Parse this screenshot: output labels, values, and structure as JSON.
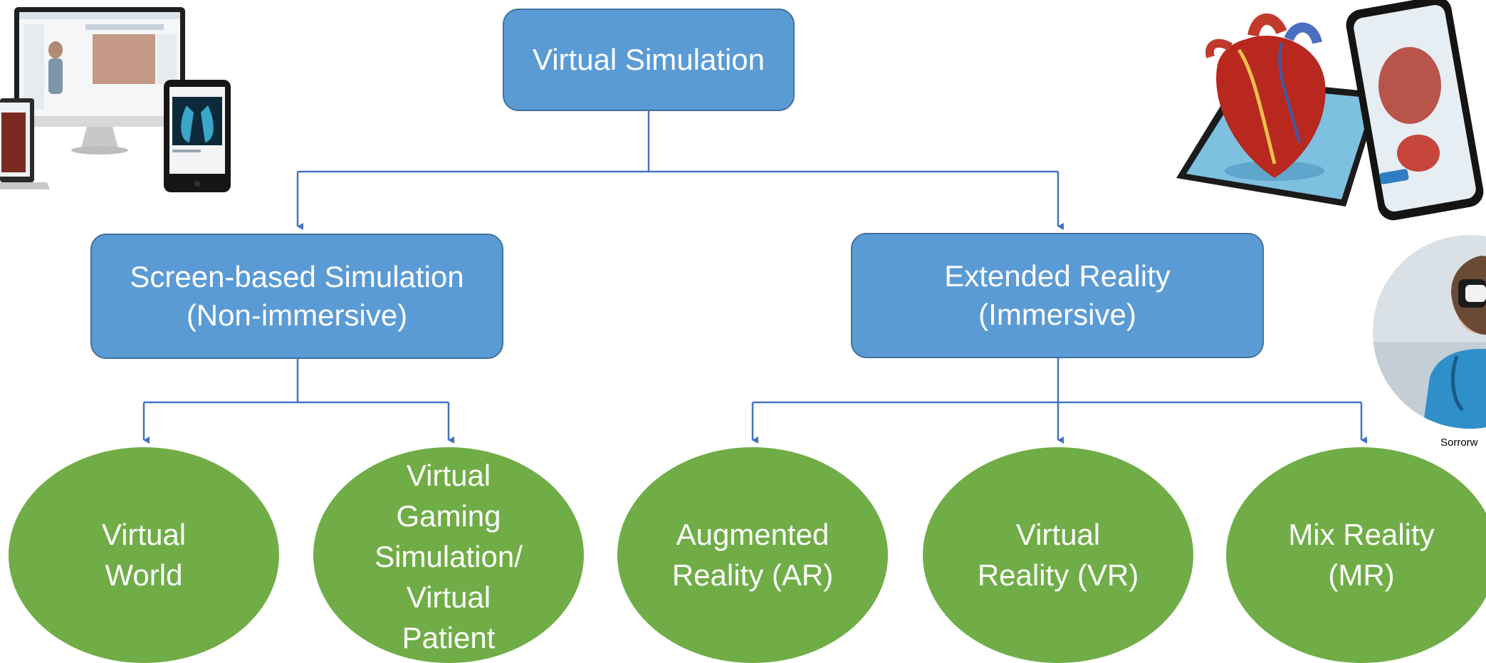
{
  "diagram": {
    "root": {
      "label": "Virtual Simulation"
    },
    "level1": [
      {
        "label": "Screen-based Simulation\n(Non-immersive)"
      },
      {
        "label": "Extended Reality\n(Immersive)"
      }
    ],
    "leaves": [
      {
        "label": "Virtual\nWorld"
      },
      {
        "label": "Virtual\nGaming\nSimulation/\nVirtual\nPatient"
      },
      {
        "label": "Augmented\nReality (AR)"
      },
      {
        "label": "Virtual\nReality (VR)"
      },
      {
        "label": "Mix Reality\n(MR)"
      }
    ],
    "caption": "Sorrorw",
    "colors": {
      "box_fill": "#5b9bd5",
      "box_border": "#41719c",
      "oval_fill": "#70ad47",
      "connector": "#4472c4"
    }
  },
  "images": {
    "devices": "devices-screenshot-image",
    "heart_tablet": "heart-tablet-phone-image",
    "nurse_vr": "nurse-vr-headset-image"
  }
}
